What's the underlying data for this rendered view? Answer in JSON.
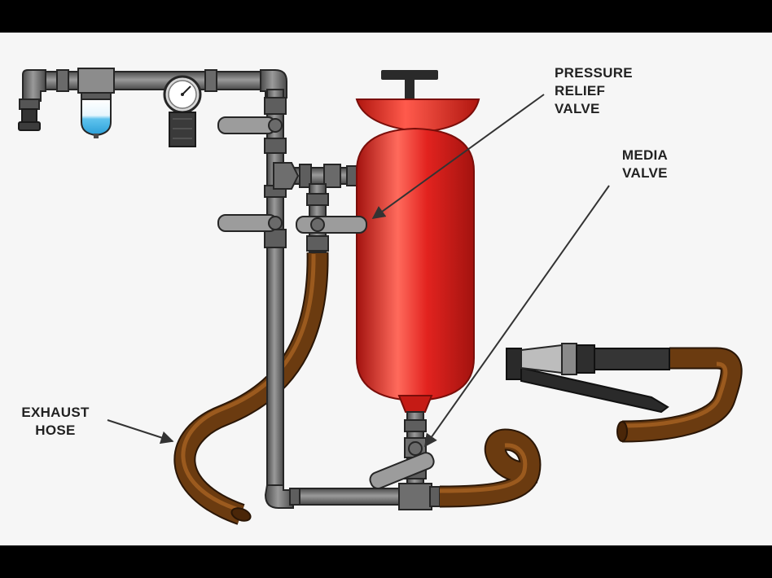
{
  "colors": {
    "letterbox": "#000000",
    "background": "#f6f6f6",
    "tank": "#e2231f",
    "tank_highlight": "#ff6a5c",
    "tank_shadow": "#a3130f",
    "pipe": "#7c7c7c",
    "pipe_outline": "#262626",
    "handle": "#9c9c9c",
    "hose": "#6b3b10",
    "hose_highlight": "#a86322",
    "water": "#5fc3ee",
    "label_text": "#222222",
    "pointer": "#333333"
  },
  "labels": {
    "pressure_relief_valve": [
      "PRESSURE",
      "RELIEF",
      "VALVE"
    ],
    "media_valve": [
      "MEDIA",
      "VALVE"
    ],
    "exhaust_hose": [
      "EXHAUST",
      "HOSE"
    ]
  },
  "icons": {
    "gauge": "pressure-gauge-icon",
    "filter": "water-filter-icon",
    "nozzle": "blast-nozzle-icon"
  }
}
